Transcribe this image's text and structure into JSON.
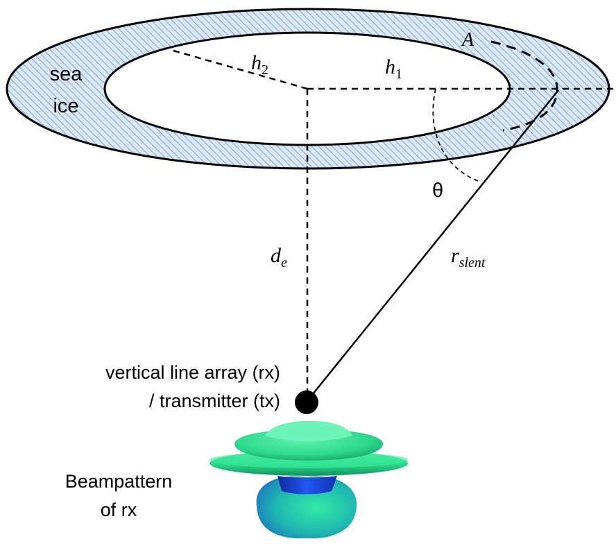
{
  "labels": {
    "sea_ice_line1": "sea",
    "sea_ice_line2": "ice",
    "h2_base": "h",
    "h2_sub": "2",
    "h1_base": "h",
    "h1_sub": "1",
    "A": "A",
    "theta": "θ",
    "de_base": "d",
    "de_sub": "e",
    "r_base": "r",
    "r_sub": "slent",
    "array_line1": "vertical line array (rx)",
    "array_line2": "/ transmitter (tx)",
    "beam_line1": "Beampattern",
    "beam_line2": "of rx"
  },
  "colors": {
    "ice_fill": "#dde8f7",
    "ice_hatch": "#7aa3dd",
    "beam_green": "#2fe08a",
    "beam_blue": "#1a3fd6"
  }
}
